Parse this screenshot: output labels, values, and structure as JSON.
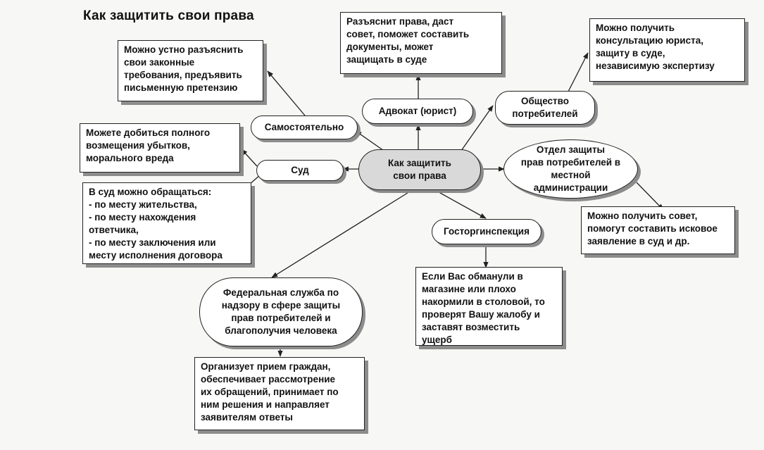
{
  "title": "Как защитить свои права",
  "center": "Как защитить\nсвои права",
  "nodes": {
    "self": "Самостоятельно",
    "lawyer": "Адвокат (юрист)",
    "society": "Общество\nпотребителей",
    "local_admin": "Отдел защиты\nправ потребителей в\nместной\nадминистрации",
    "gosinspection": "Госторгинспекция",
    "federal": "Федеральная служба по\nнадзору в сфере защиты\nправ потребителей и\nблагополучия человека",
    "court": "Суд"
  },
  "boxes": {
    "self_info": "Можно устно разъяснить\nсвои законные\nтребования, предъявить\nписьменную претензию",
    "lawyer_info": "Разъяснит права, даст\nсовет, поможет составить\nдокументы, может\nзащищать в суде",
    "society_info": "Можно получить\nконсультацию юриста,\nзащиту в суде,\nнезависимую экспертизу",
    "court_damage": "Можете добиться полного\nвозмещения убытков,\nморального вреда",
    "court_where": "В суд можно обращаться:\n- по месту жительства,\n- по месту нахождения\nответчика,\n- по месту заключения или\nместу исполнения договора",
    "local_admin_info": "Можно получить совет,\nпомогут составить исковое\nзаявление в суд и др.",
    "gosinspection_info": "Если Вас обманули в\nмагазине или плохо\nнакормили в столовой, то\nпроверят Вашу жалобу и\nзаставят  возместить\nущерб",
    "federal_info": "Организует прием граждан,\nобеспечивает рассмотрение\nих обращений, принимает по\nним решения и направляет\nзаявителям ответы"
  }
}
